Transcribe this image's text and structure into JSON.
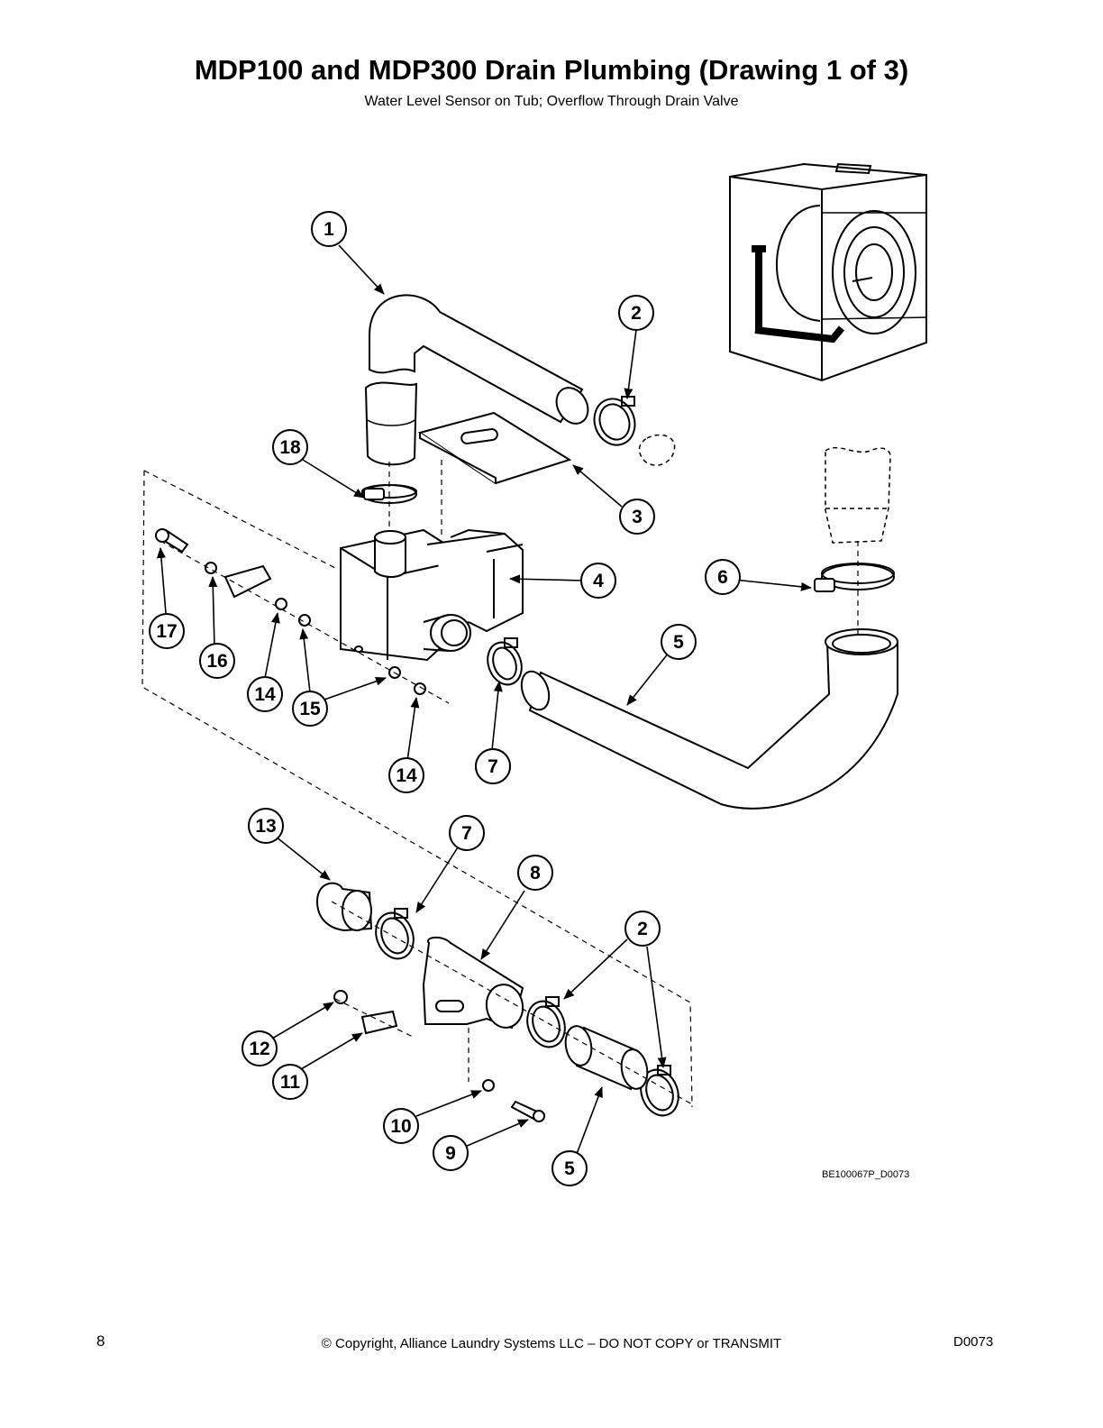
{
  "header": {
    "title": "MDP100 and MDP300 Drain Plumbing (Drawing 1 of 3)",
    "subtitle": "Water Level Sensor on Tub; Overflow Through Drain Valve"
  },
  "diagram": {
    "drawing_code": "BE100067P_D0073",
    "callouts": [
      "1",
      "2",
      "3",
      "4",
      "5",
      "6",
      "7",
      "18",
      "17",
      "16",
      "14",
      "15",
      "14",
      "7",
      "13",
      "7",
      "8",
      "2",
      "12",
      "11",
      "10",
      "9",
      "5"
    ]
  },
  "footer": {
    "page_number": "8",
    "copyright": "© Copyright, Alliance Laundry Systems LLC – DO NOT COPY or TRANSMIT",
    "doc_code": "D0073"
  }
}
